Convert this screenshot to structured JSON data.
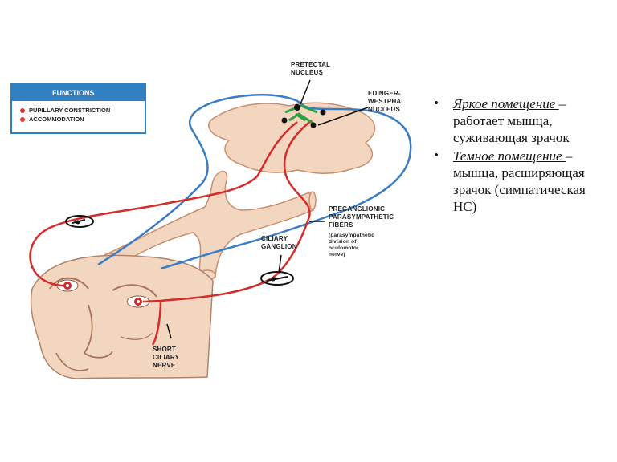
{
  "functions": {
    "title": "FUNCTIONS",
    "items": [
      "PUPILLARY CONSTRICTION",
      "ACCOMMODATION"
    ]
  },
  "labels": {
    "pretectal": "PRETECTAL\nNUCLEUS",
    "edinger": "EDINGER-\nWESTPHAL\nNUCLEUS",
    "preganglionic": "PREGANGLIONIC\nPARASYMPATHETIC\nFIBERS",
    "preganglionic_note": "(parasympathetic\ndivision of\noculomotor\nnerve)",
    "ciliary": "CILIARY\nGANGLION",
    "short_ciliary": "SHORT\nCILIARY\nNERVE"
  },
  "bullets": [
    {
      "em": "Яркое помещение ",
      "rest": "– работает мышца, суживающая зрачок"
    },
    {
      "em": "Темное помещение ",
      "rest": "– мышца, расширяющая зрачок (симпатическая НС)"
    }
  ],
  "colors": {
    "red_pathway": "#d42b2b",
    "blue_pathway": "#3b7dc4",
    "green_nucleus": "#2ea043",
    "tissue": "#f2d6c0",
    "tissue_outline": "#c98e6e"
  }
}
